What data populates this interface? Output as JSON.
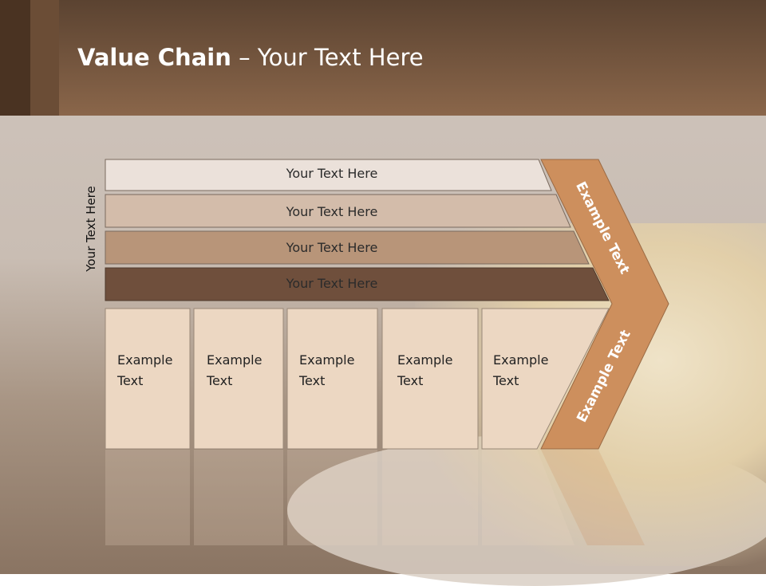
{
  "slide": {
    "title_bold": "Value Chain",
    "title_rest": " – Your Text Here",
    "side_label": "Your Text Here"
  },
  "bars": [
    {
      "label": "Your Text Here",
      "color": "#ebe1da"
    },
    {
      "label": "Your Text Here",
      "color": "#d3bcaa"
    },
    {
      "label": "Your Text Here",
      "color": "#b89579"
    },
    {
      "label": "Your Text Here",
      "color": "#6f4f3c"
    }
  ],
  "boxes": [
    {
      "line1": "Example",
      "line2": "Text"
    },
    {
      "line1": "Example",
      "line2": "Text"
    },
    {
      "line1": "Example",
      "line2": "Text"
    },
    {
      "line1": "Example",
      "line2": "Text"
    },
    {
      "line1": "Example",
      "line2": "Text"
    }
  ],
  "chevron": {
    "upper_label": "Example Text",
    "lower_label": "Example Text",
    "color": "#cd8f5d"
  },
  "colors": {
    "box_fill": "#ecd7c2",
    "header_dark": "#5b4331",
    "header_light": "#8a664a"
  }
}
